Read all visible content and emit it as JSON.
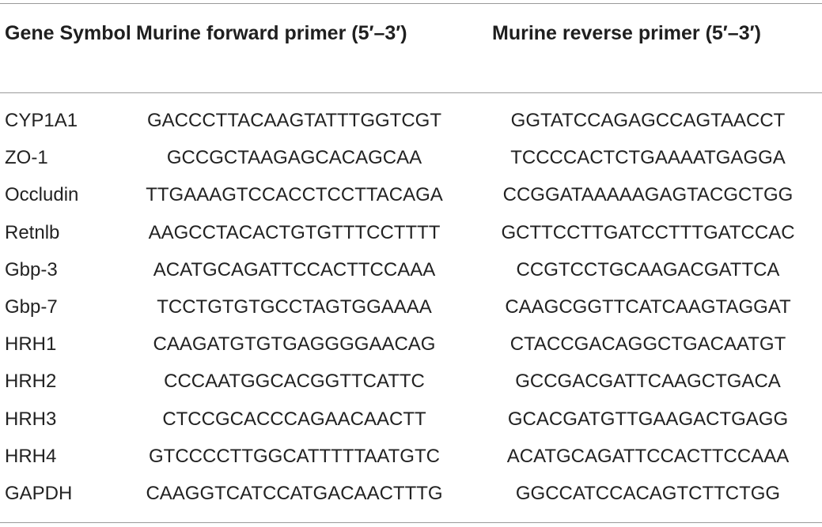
{
  "table": {
    "headers": {
      "gene": "Gene Symbol",
      "forward": "Murine forward primer (5′–3′)",
      "reverse": "Murine reverse primer (5′–3′)"
    },
    "rows": [
      {
        "gene": "CYP1A1",
        "forward": "GACCCTTACAAGTATTTGGTCGT",
        "reverse": "GGTATCCAGAGCCAGTAACCT"
      },
      {
        "gene": "ZO-1",
        "forward": "GCCGCTAAGAGCACAGCAA",
        "reverse": "TCCCCACTCTGAAAATGAGGA"
      },
      {
        "gene": "Occludin",
        "forward": "TTGAAAGTCCACCTCCTTACAGA",
        "reverse": "CCGGATAAAAAGAGTACGCTGG"
      },
      {
        "gene": "Retnlb",
        "forward": "AAGCCTACACTGTGTTTCCTTTT",
        "reverse": "GCTTCCTTGATCCTTTGATCCAC"
      },
      {
        "gene": "Gbp-3",
        "forward": "ACATGCAGATTCCACTTCCAAA",
        "reverse": "CCGTCCTGCAAGACGATTCA"
      },
      {
        "gene": "Gbp-7",
        "forward": "TCCTGTGTGCCTAGTGGAAAA",
        "reverse": "CAAGCGGTTCATCAAGTAGGAT"
      },
      {
        "gene": "HRH1",
        "forward": "CAAGATGTGTGAGGGGAACAG",
        "reverse": "CTACCGACAGGCTGACAATGT"
      },
      {
        "gene": "HRH2",
        "forward": "CCCAATGGCACGGTTCATTC",
        "reverse": "GCCGACGATTCAAGCTGACA"
      },
      {
        "gene": "HRH3",
        "forward": "CTCCGCACCCAGAACAACTT",
        "reverse": "GCACGATGTTGAAGACTGAGG"
      },
      {
        "gene": "HRH4",
        "forward": "GTCCCCTTGGCATTTTTAATGTC",
        "reverse": "ACATGCAGATTCCACTTCCAAA"
      },
      {
        "gene": "GAPDH",
        "forward": "CAAGGTCATCCATGACAACTTTG",
        "reverse": "GGCCATCCACAGTCTTCTGG"
      }
    ]
  }
}
